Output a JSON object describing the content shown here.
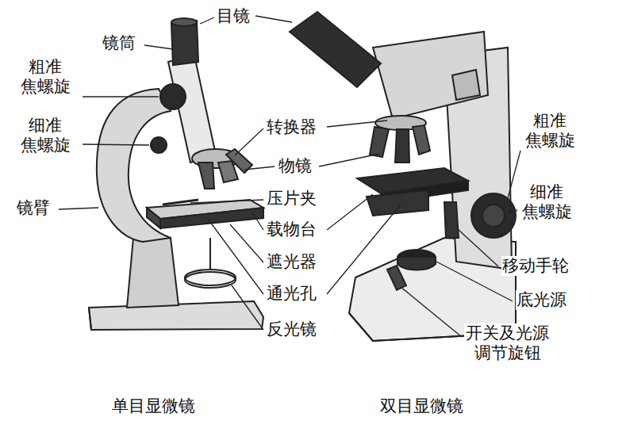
{
  "diagram": {
    "labels": [
      "目镜",
      "镜筒",
      "粗准 焦螺旋",
      "细准 焦螺旋",
      "镜臂",
      "转换器",
      "物镜",
      "压片夹",
      "载物台",
      "遮光器",
      "通光孔",
      "反光镜",
      "粗准 焦螺旋",
      "细准 焦螺旋",
      "移动手轮",
      "底光源",
      "开关及光源 调节旋钮",
      "单目显微镜",
      "双目显微镜"
    ]
  }
}
